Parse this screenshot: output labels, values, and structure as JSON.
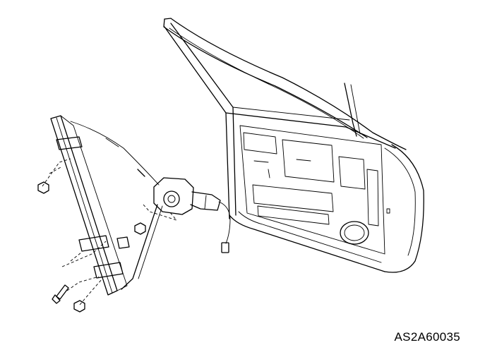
{
  "figure": {
    "code": "AS2A60035",
    "parts": [
      {
        "name": "door-panel"
      },
      {
        "name": "window-regulator"
      },
      {
        "name": "regulator-motor"
      },
      {
        "name": "motor-connector"
      },
      {
        "name": "mounting-nut"
      },
      {
        "name": "mounting-bolt"
      }
    ]
  },
  "colors": {
    "line": "#000000",
    "background": "#ffffff"
  }
}
